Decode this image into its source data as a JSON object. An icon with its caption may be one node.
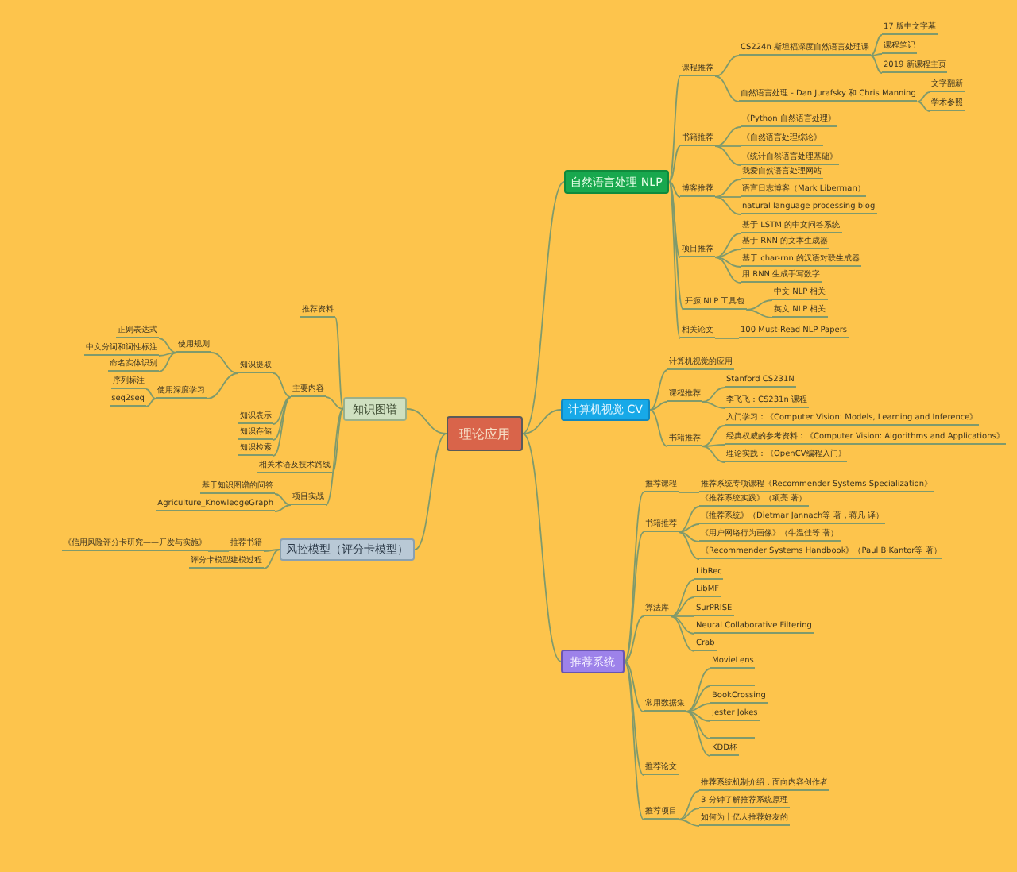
{
  "diagram": {
    "nodes": [
      {
        "text": [
          "理论应用"
        ]
      },
      {
        "text": [
          "自然语言处理 NLP"
        ]
      },
      {
        "text": [
          "课程推荐"
        ]
      },
      {
        "text": [
          "CS224n 斯坦福深度自然语言处理课"
        ]
      },
      {
        "text": [
          "17 版中文字幕"
        ]
      },
      {
        "text": [
          "课程笔记"
        ]
      },
      {
        "text": [
          "2019 新课程主页"
        ]
      },
      {
        "text": [
          "自然语言处理 - Dan Jurafsky 和 Chris Manning"
        ]
      },
      {
        "text": [
          "文字翻新"
        ]
      },
      {
        "text": [
          "学术参照"
        ]
      },
      {
        "text": [
          "书籍推荐"
        ]
      },
      {
        "text": [
          "《Python 自然语言处理》"
        ]
      },
      {
        "text": [
          "《自然语言处理综论》"
        ]
      },
      {
        "text": [
          "《统计自然语言处理基础》"
        ]
      },
      {
        "text": [
          "博客推荐"
        ]
      },
      {
        "text": [
          "我爱自然语言处理网站"
        ]
      },
      {
        "text": [
          "语言日志博客（Mark Liberman）"
        ]
      },
      {
        "text": [
          "natural language processing blog"
        ]
      },
      {
        "text": [
          "项目推荐"
        ]
      },
      {
        "text": [
          "基于 LSTM 的中文问答系统"
        ]
      },
      {
        "text": [
          "基于 RNN 的文本生成器"
        ]
      },
      {
        "text": [
          "基于 char-rnn 的汉语对联生成器"
        ]
      },
      {
        "text": [
          "用 RNN 生成手写数字"
        ]
      },
      {
        "text": [
          "开源 NLP 工具包"
        ]
      },
      {
        "text": [
          "中文 NLP 相关"
        ]
      },
      {
        "text": [
          "英文 NLP 相关"
        ]
      },
      {
        "text": [
          "相关论文"
        ]
      },
      {
        "text": [
          "100 Must-Read NLP Papers"
        ]
      },
      {
        "text": [
          "计算机视觉 CV"
        ]
      },
      {
        "text": [
          "计算机视觉的应用"
        ]
      },
      {
        "text": [
          "课程推荐"
        ]
      },
      {
        "text": [
          "Stanford CS231N"
        ]
      },
      {
        "text": [
          "李飞飞：CS231n 课程"
        ]
      },
      {
        "text": [
          "书籍推荐"
        ]
      },
      {
        "text": [
          "入门学习：《Computer Vision: Models, Learning and Inference》"
        ]
      },
      {
        "text": [
          "经典权威的参考资料：《Computer Vision: Algorithms and Applications》"
        ]
      },
      {
        "text": [
          "理论实践：《OpenCV编程入门》"
        ]
      },
      {
        "text": [
          "推荐系统"
        ]
      },
      {
        "text": [
          "推荐课程"
        ]
      },
      {
        "text": [
          "推荐系统专项课程《Recommender Systems Specialization》"
        ]
      },
      {
        "text": [
          "书籍推荐"
        ]
      },
      {
        "text": [
          "《推荐系统实践》（项亮 著）"
        ]
      },
      {
        "text": [
          "《推荐系统》（Dietmar Jannach等 著，蒋凡 译）"
        ]
      },
      {
        "text": [
          "《用户网络行为画像》（牛温佳等 著）"
        ]
      },
      {
        "text": [
          "《Recommender Systems Handbook》（Paul B·Kantor等 著）"
        ]
      },
      {
        "text": [
          "算法库"
        ]
      },
      {
        "text": [
          "LibRec"
        ]
      },
      {
        "text": [
          "LibMF"
        ]
      },
      {
        "text": [
          "SurPRISE"
        ]
      },
      {
        "text": [
          "Neural Collaborative Filtering"
        ]
      },
      {
        "text": [
          "Crab"
        ]
      },
      {
        "text": [
          "常用数据集"
        ]
      },
      {
        "text": [
          "MovieLens"
        ]
      },
      {
        "text": [],
        "shape": "bar"
      },
      {
        "text": [
          "BookCrossing"
        ]
      },
      {
        "text": [
          "Jester Jokes"
        ]
      },
      {
        "text": [],
        "shape": "bar"
      },
      {
        "text": [
          "KDD杯"
        ]
      },
      {
        "text": [
          "推荐论文"
        ]
      },
      {
        "text": [
          "推荐项目"
        ]
      },
      {
        "text": [
          "推荐系统机制介绍，面向内容创作者"
        ]
      },
      {
        "text": [
          "3 分钟了解推荐系统原理"
        ]
      },
      {
        "text": [
          "如何为十亿人推荐好友的"
        ]
      },
      {
        "text": [
          "知识图谱"
        ]
      },
      {
        "text": [
          "推荐资料"
        ]
      },
      {
        "text": [
          "主要内容"
        ]
      },
      {
        "text": [
          "知识提取"
        ]
      },
      {
        "text": [
          "使用规则"
        ]
      },
      {
        "text": [
          "正则表达式"
        ]
      },
      {
        "text": [
          "中文分词和词性标注"
        ]
      },
      {
        "text": [
          "命名实体识别"
        ]
      },
      {
        "text": [
          "使用深度学习"
        ]
      },
      {
        "text": [
          "序列标注"
        ]
      },
      {
        "text": [
          "seq2seq"
        ]
      },
      {
        "text": [
          "知识表示"
        ]
      },
      {
        "text": [
          "知识存储"
        ]
      },
      {
        "text": [
          "知识检索"
        ]
      },
      {
        "text": [
          "相关术语及技术路线"
        ]
      },
      {
        "text": [
          "项目实战"
        ]
      },
      {
        "text": [
          "基于知识图谱的问答"
        ]
      },
      {
        "text": [
          "Agriculture_KnowledgeGraph"
        ]
      },
      {
        "text": [
          "风控模型（评分卡模型）"
        ]
      },
      {
        "text": [
          "推荐书籍"
        ]
      },
      {
        "text": [
          "《信用风险评分卡研究——开发与实施》"
        ]
      },
      {
        "text": [
          "评分卡模型建模过程"
        ]
      }
    ],
    "edges": [
      {
        "from": 0,
        "to": 1,
        "arrow": "none"
      },
      {
        "from": 1,
        "to": 2,
        "arrow": "none"
      },
      {
        "from": 2,
        "to": 3,
        "arrow": "none"
      },
      {
        "from": 3,
        "to": 4,
        "arrow": "none"
      },
      {
        "from": 3,
        "to": 5,
        "arrow": "none"
      },
      {
        "from": 3,
        "to": 6,
        "arrow": "none"
      },
      {
        "from": 2,
        "to": 7,
        "arrow": "none"
      },
      {
        "from": 7,
        "to": 8,
        "arrow": "none"
      },
      {
        "from": 7,
        "to": 9,
        "arrow": "none"
      },
      {
        "from": 1,
        "to": 10,
        "arrow": "none"
      },
      {
        "from": 10,
        "to": 11,
        "arrow": "none"
      },
      {
        "from": 10,
        "to": 12,
        "arrow": "none"
      },
      {
        "from": 10,
        "to": 13,
        "arrow": "none"
      },
      {
        "from": 1,
        "to": 14,
        "arrow": "none"
      },
      {
        "from": 14,
        "to": 15,
        "arrow": "none"
      },
      {
        "from": 14,
        "to": 16,
        "arrow": "none"
      },
      {
        "from": 14,
        "to": 17,
        "arrow": "none"
      },
      {
        "from": 1,
        "to": 18,
        "arrow": "none"
      },
      {
        "from": 18,
        "to": 19,
        "arrow": "none"
      },
      {
        "from": 18,
        "to": 20,
        "arrow": "none"
      },
      {
        "from": 18,
        "to": 21,
        "arrow": "none"
      },
      {
        "from": 18,
        "to": 22,
        "arrow": "none"
      },
      {
        "from": 1,
        "to": 23,
        "arrow": "none"
      },
      {
        "from": 23,
        "to": 24,
        "arrow": "none"
      },
      {
        "from": 23,
        "to": 25,
        "arrow": "none"
      },
      {
        "from": 1,
        "to": 26,
        "arrow": "none"
      },
      {
        "from": 26,
        "to": 27,
        "arrow": "none"
      },
      {
        "from": 0,
        "to": 28,
        "arrow": "none"
      },
      {
        "from": 28,
        "to": 29,
        "arrow": "none"
      },
      {
        "from": 28,
        "to": 30,
        "arrow": "none"
      },
      {
        "from": 30,
        "to": 31,
        "arrow": "none"
      },
      {
        "from": 30,
        "to": 32,
        "arrow": "none"
      },
      {
        "from": 28,
        "to": 33,
        "arrow": "none"
      },
      {
        "from": 33,
        "to": 34,
        "arrow": "none"
      },
      {
        "from": 33,
        "to": 35,
        "arrow": "none"
      },
      {
        "from": 33,
        "to": 36,
        "arrow": "none"
      },
      {
        "from": 0,
        "to": 37,
        "arrow": "none"
      },
      {
        "from": 37,
        "to": 38,
        "arrow": "none"
      },
      {
        "from": 38,
        "to": 39,
        "arrow": "none"
      },
      {
        "from": 37,
        "to": 40,
        "arrow": "none"
      },
      {
        "from": 40,
        "to": 41,
        "arrow": "none"
      },
      {
        "from": 40,
        "to": 42,
        "arrow": "none"
      },
      {
        "from": 40,
        "to": 43,
        "arrow": "none"
      },
      {
        "from": 40,
        "to": 44,
        "arrow": "none"
      },
      {
        "from": 37,
        "to": 45,
        "arrow": "none"
      },
      {
        "from": 45,
        "to": 46,
        "arrow": "none"
      },
      {
        "from": 45,
        "to": 47,
        "arrow": "none"
      },
      {
        "from": 45,
        "to": 48,
        "arrow": "none"
      },
      {
        "from": 45,
        "to": 49,
        "arrow": "none"
      },
      {
        "from": 45,
        "to": 50,
        "arrow": "none"
      },
      {
        "from": 37,
        "to": 51,
        "arrow": "none"
      },
      {
        "from": 51,
        "to": 52,
        "arrow": "none"
      },
      {
        "from": 51,
        "to": 53,
        "arrow": "none"
      },
      {
        "from": 51,
        "to": 54,
        "arrow": "none"
      },
      {
        "from": 51,
        "to": 55,
        "arrow": "none"
      },
      {
        "from": 51,
        "to": 56,
        "arrow": "none"
      },
      {
        "from": 51,
        "to": 57,
        "arrow": "none"
      },
      {
        "from": 37,
        "to": 58,
        "arrow": "none"
      },
      {
        "from": 37,
        "to": 59,
        "arrow": "none"
      },
      {
        "from": 59,
        "to": 60,
        "arrow": "none"
      },
      {
        "from": 59,
        "to": 61,
        "arrow": "none"
      },
      {
        "from": 59,
        "to": 62,
        "arrow": "none"
      },
      {
        "from": 0,
        "to": 63,
        "arrow": "none"
      },
      {
        "from": 63,
        "to": 64,
        "arrow": "none"
      },
      {
        "from": 63,
        "to": 65,
        "arrow": "none"
      },
      {
        "from": 65,
        "to": 66,
        "arrow": "none"
      },
      {
        "from": 66,
        "to": 67,
        "arrow": "none"
      },
      {
        "from": 67,
        "to": 68,
        "arrow": "none"
      },
      {
        "from": 67,
        "to": 69,
        "arrow": "none"
      },
      {
        "from": 67,
        "to": 70,
        "arrow": "none"
      },
      {
        "from": 66,
        "to": 71,
        "arrow": "none"
      },
      {
        "from": 71,
        "to": 72,
        "arrow": "none"
      },
      {
        "from": 71,
        "to": 73,
        "arrow": "none"
      },
      {
        "from": 65,
        "to": 74,
        "arrow": "none"
      },
      {
        "from": 65,
        "to": 75,
        "arrow": "none"
      },
      {
        "from": 65,
        "to": 76,
        "arrow": "none"
      },
      {
        "from": 63,
        "to": 77,
        "arrow": "none"
      },
      {
        "from": 63,
        "to": 78,
        "arrow": "none"
      },
      {
        "from": 78,
        "to": 79,
        "arrow": "none"
      },
      {
        "from": 78,
        "to": 80,
        "arrow": "none"
      },
      {
        "from": 0,
        "to": 81,
        "arrow": "none"
      },
      {
        "from": 81,
        "to": 82,
        "arrow": "none"
      },
      {
        "from": 82,
        "to": 83,
        "arrow": "none"
      },
      {
        "from": 81,
        "to": 84,
        "arrow": "none"
      }
    ]
  }
}
